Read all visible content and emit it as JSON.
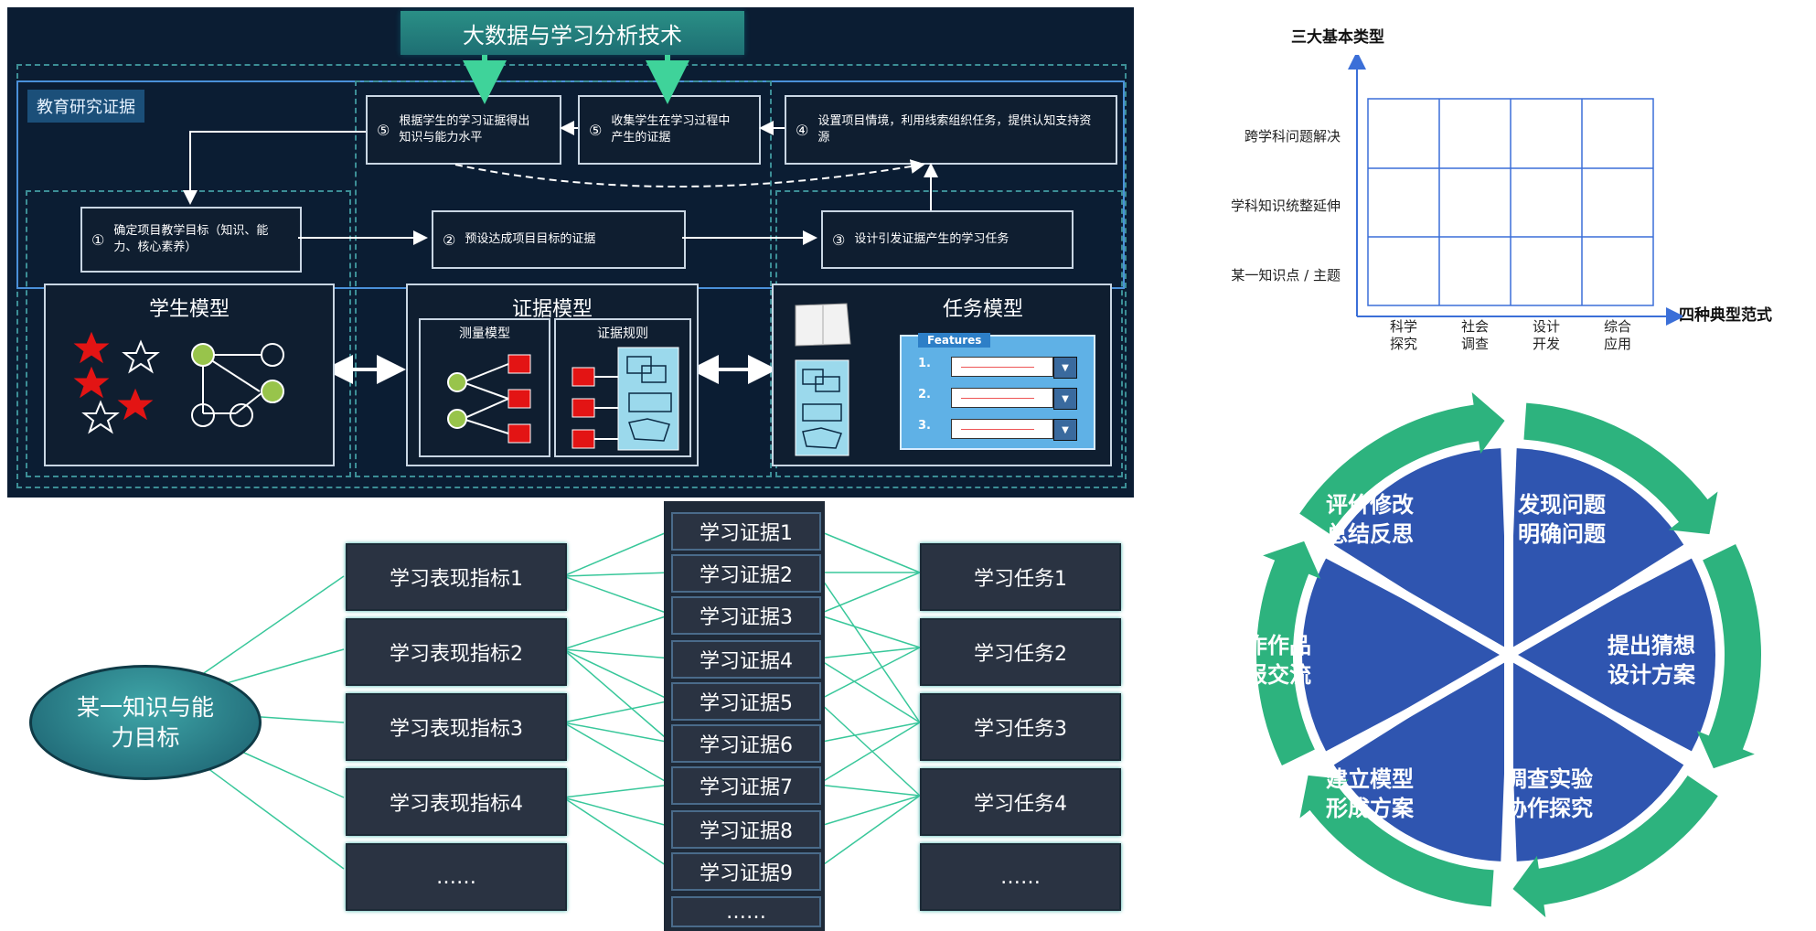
{
  "top": {
    "title": "大数据与学习分析技术",
    "section_label": "教育研究证据",
    "row1": [
      {
        "num": "⑤",
        "text": "根据学生的学习证据得出知识与能力水平"
      },
      {
        "num": "⑤",
        "text": "收集学生在学习过程中产生的证据"
      },
      {
        "num": "④",
        "text": "设置项目情境，利用线索组织任务，提供认知支持资源"
      }
    ],
    "row2": [
      {
        "num": "①",
        "text": "确定项目教学目标（知识、能力、核心素养）"
      },
      {
        "num": "②",
        "text": "预设达成项目目标的证据"
      },
      {
        "num": "③",
        "text": "设计引发证据产生的学习任务"
      }
    ],
    "models": {
      "student": "学生模型",
      "evidence": "证据模型",
      "measure": "测量模型",
      "rules": "证据规则",
      "task": "任务模型",
      "features": "Features",
      "feature_rows": [
        "1.",
        "2.",
        "3."
      ]
    }
  },
  "network": {
    "goal": "某一知识与能力目标",
    "indicators": [
      "学习表现指标1",
      "学习表现指标2",
      "学习表现指标3",
      "学习表现指标4",
      "……"
    ],
    "evidence": [
      "学习证据1",
      "学习证据2",
      "学习证据3",
      "学习证据4",
      "学习证据5",
      "学习证据6",
      "学习证据7",
      "学习证据8",
      "学习证据9",
      "……"
    ],
    "tasks": [
      "学习任务1",
      "学习任务2",
      "学习任务3",
      "学习任务4",
      "……"
    ]
  },
  "grid_chart": {
    "ylabel": "三大基本类型",
    "xlabel": "四种典型范式",
    "rows": [
      "跨学科问题解决",
      "学科知识统整延伸",
      "某一知识点 / 主题"
    ],
    "cols": [
      [
        "科学",
        "探究"
      ],
      [
        "社会",
        "调查"
      ],
      [
        "设计",
        "开发"
      ],
      [
        "综合",
        "应用"
      ]
    ]
  },
  "cycle": {
    "segments": [
      [
        "发现问题",
        "明确问题"
      ],
      [
        "提出猜想",
        "设计方案"
      ],
      [
        "调查实验",
        "协作探究"
      ],
      [
        "建立模型",
        "形成方案"
      ],
      [
        "创作作品",
        "汇报交流"
      ],
      [
        "评价修改",
        "总结反思"
      ]
    ],
    "colors": {
      "segment": "#2f55b0",
      "ring": "#2db37e"
    }
  }
}
